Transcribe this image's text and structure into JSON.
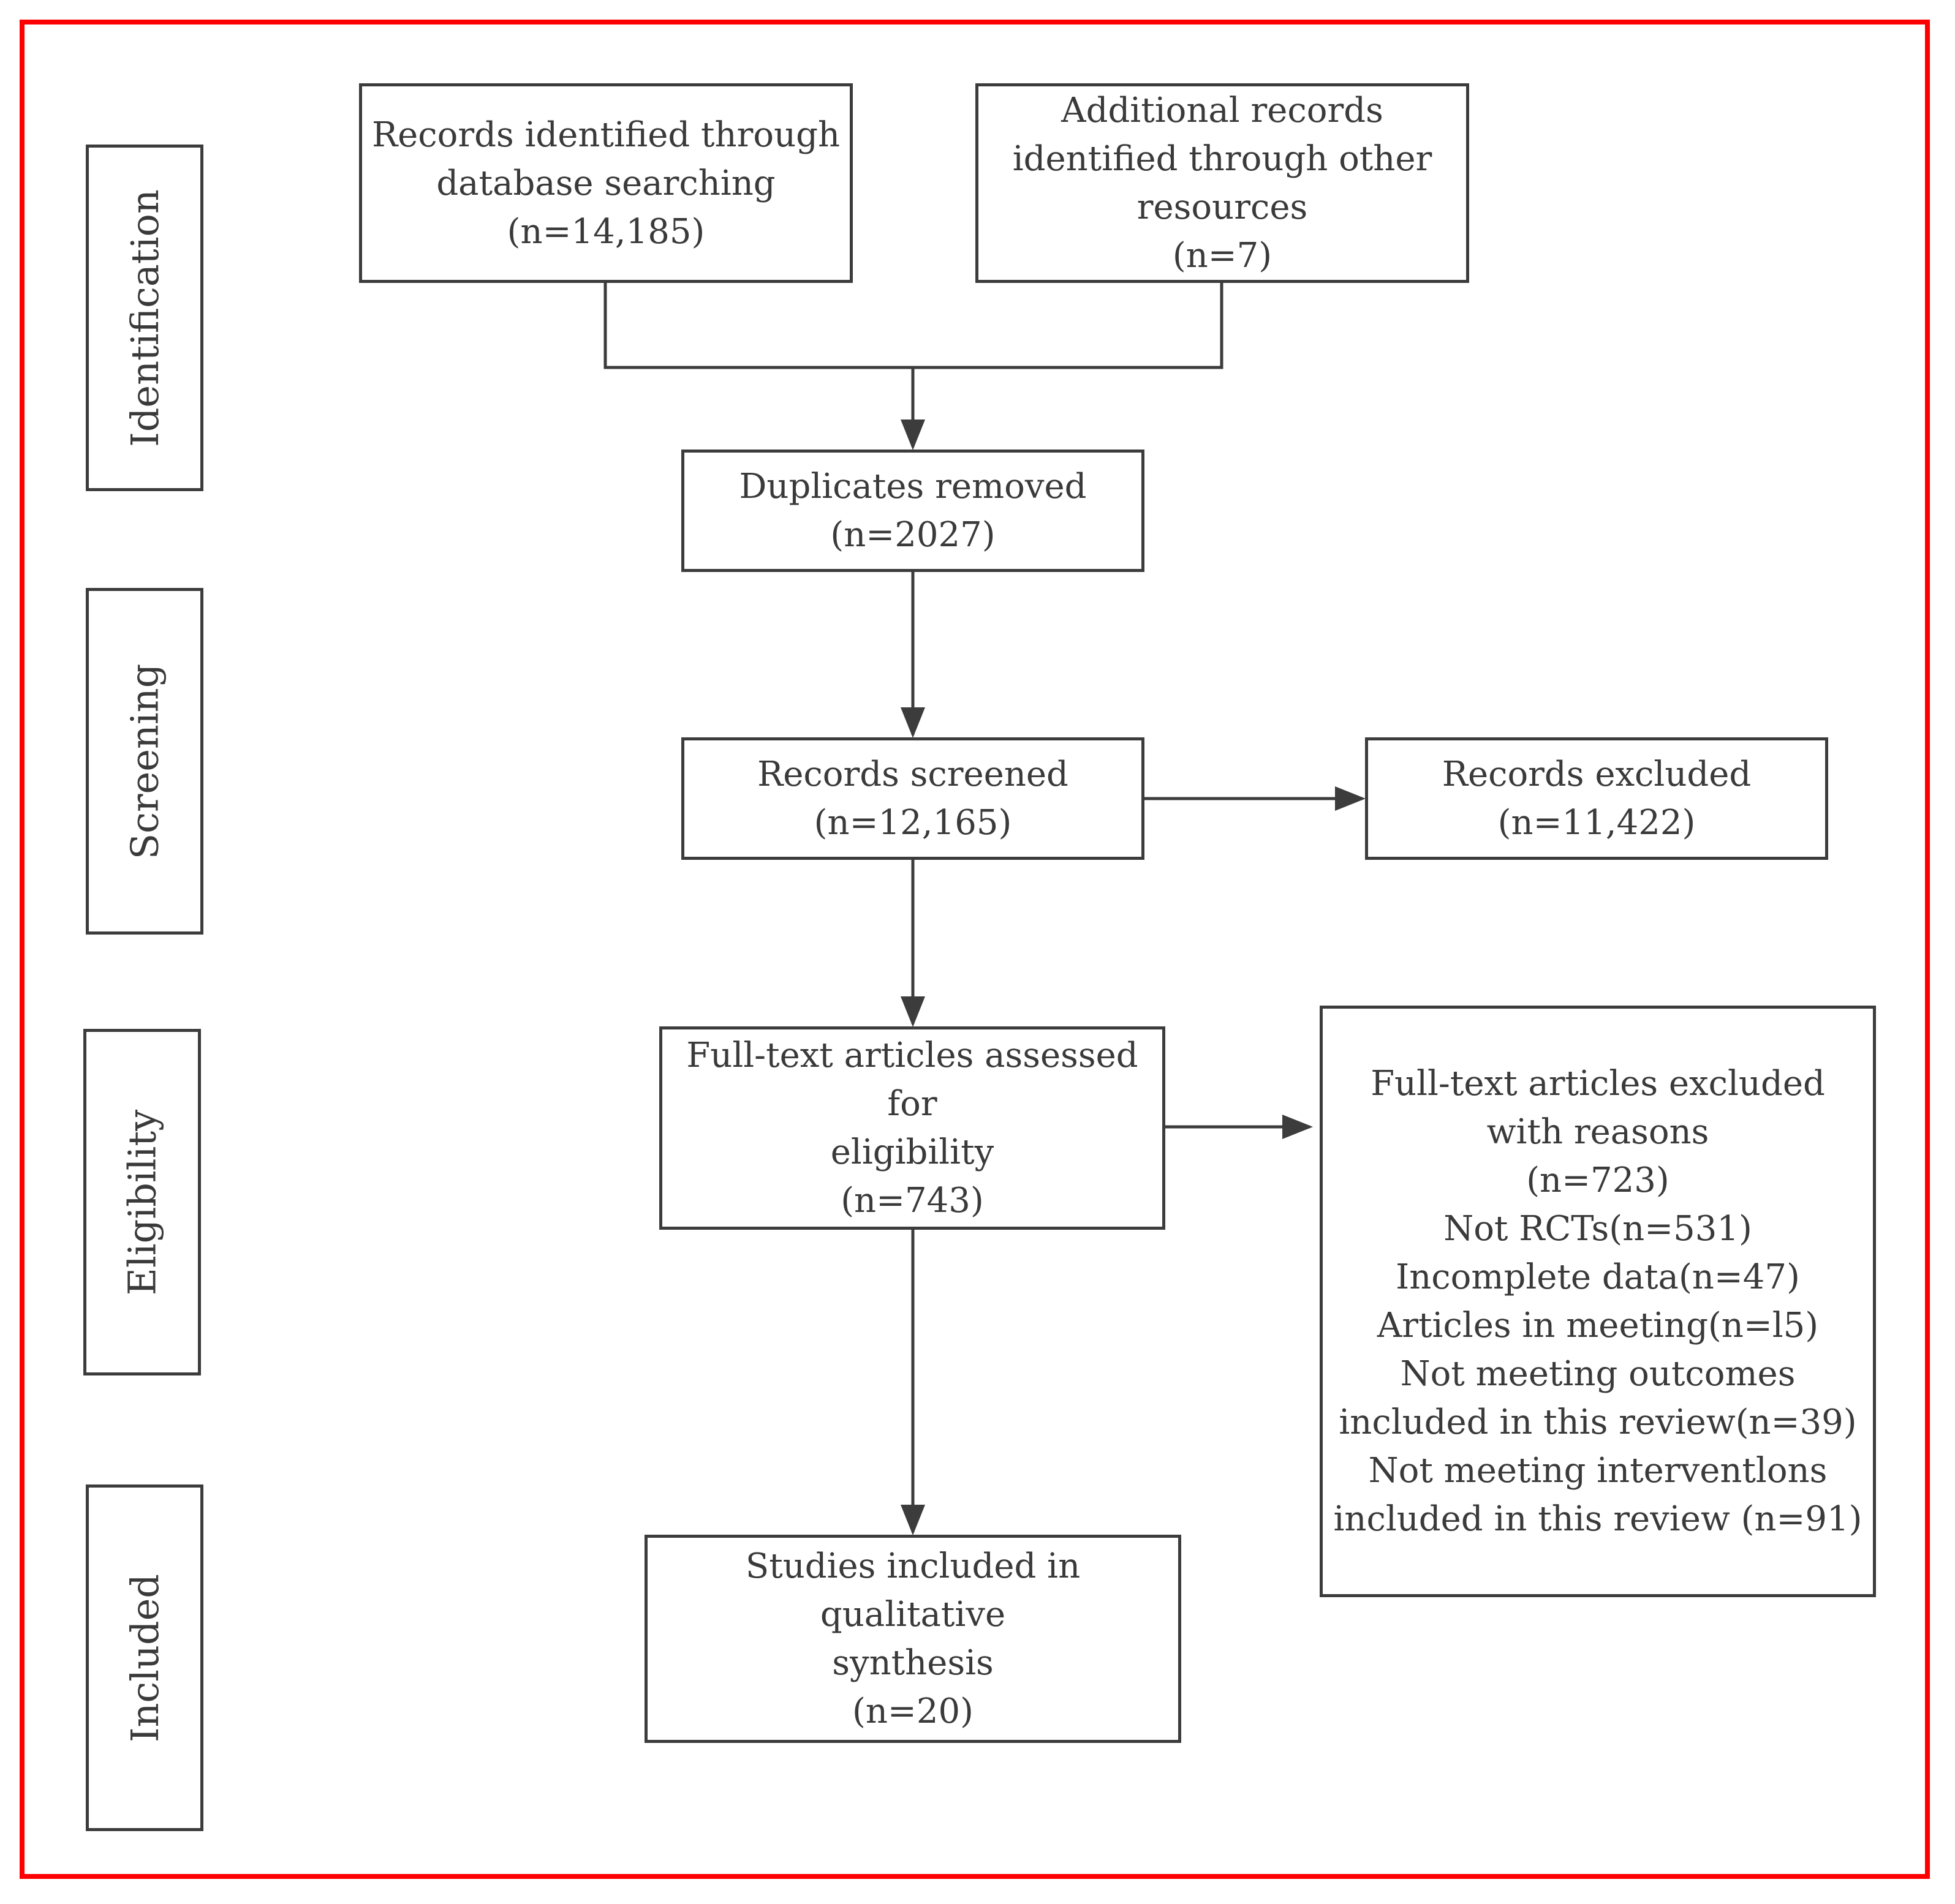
{
  "colors": {
    "frame": "#ff0000",
    "line": "#3c3c3c",
    "text": "#3a3a3a"
  },
  "stages": {
    "identification": "Identification",
    "screening": "Screening",
    "eligibility": "Eligibility",
    "included": "Included"
  },
  "boxes": {
    "database_search": "Records identified through\ndatabase searching\n(n=14,185)",
    "other_resources": "Additional records\nidentified through other\nresources\n(n=7)",
    "duplicates_removed": "Duplicates removed\n(n=2027)",
    "records_screened": "Records screened\n(n=12,165)",
    "records_excluded": "Records excluded\n(n=11,422)",
    "fulltext_assessed": "Full-text articles assessed for\neligibility\n(n=743)",
    "fulltext_excluded": "Full-text articles excluded\nwith reasons\n(n=723)\nNot RCTs(n=531)\nIncomplete data(n=47)\nArticles in meeting(n=l5)\nNot meeting outcomes\nincluded in this review(n=39)\nNot meeting interventlons\nincluded in this review (n=91)",
    "studies_included": "Studies included in qualitative\nsynthesis\n(n=20)"
  }
}
